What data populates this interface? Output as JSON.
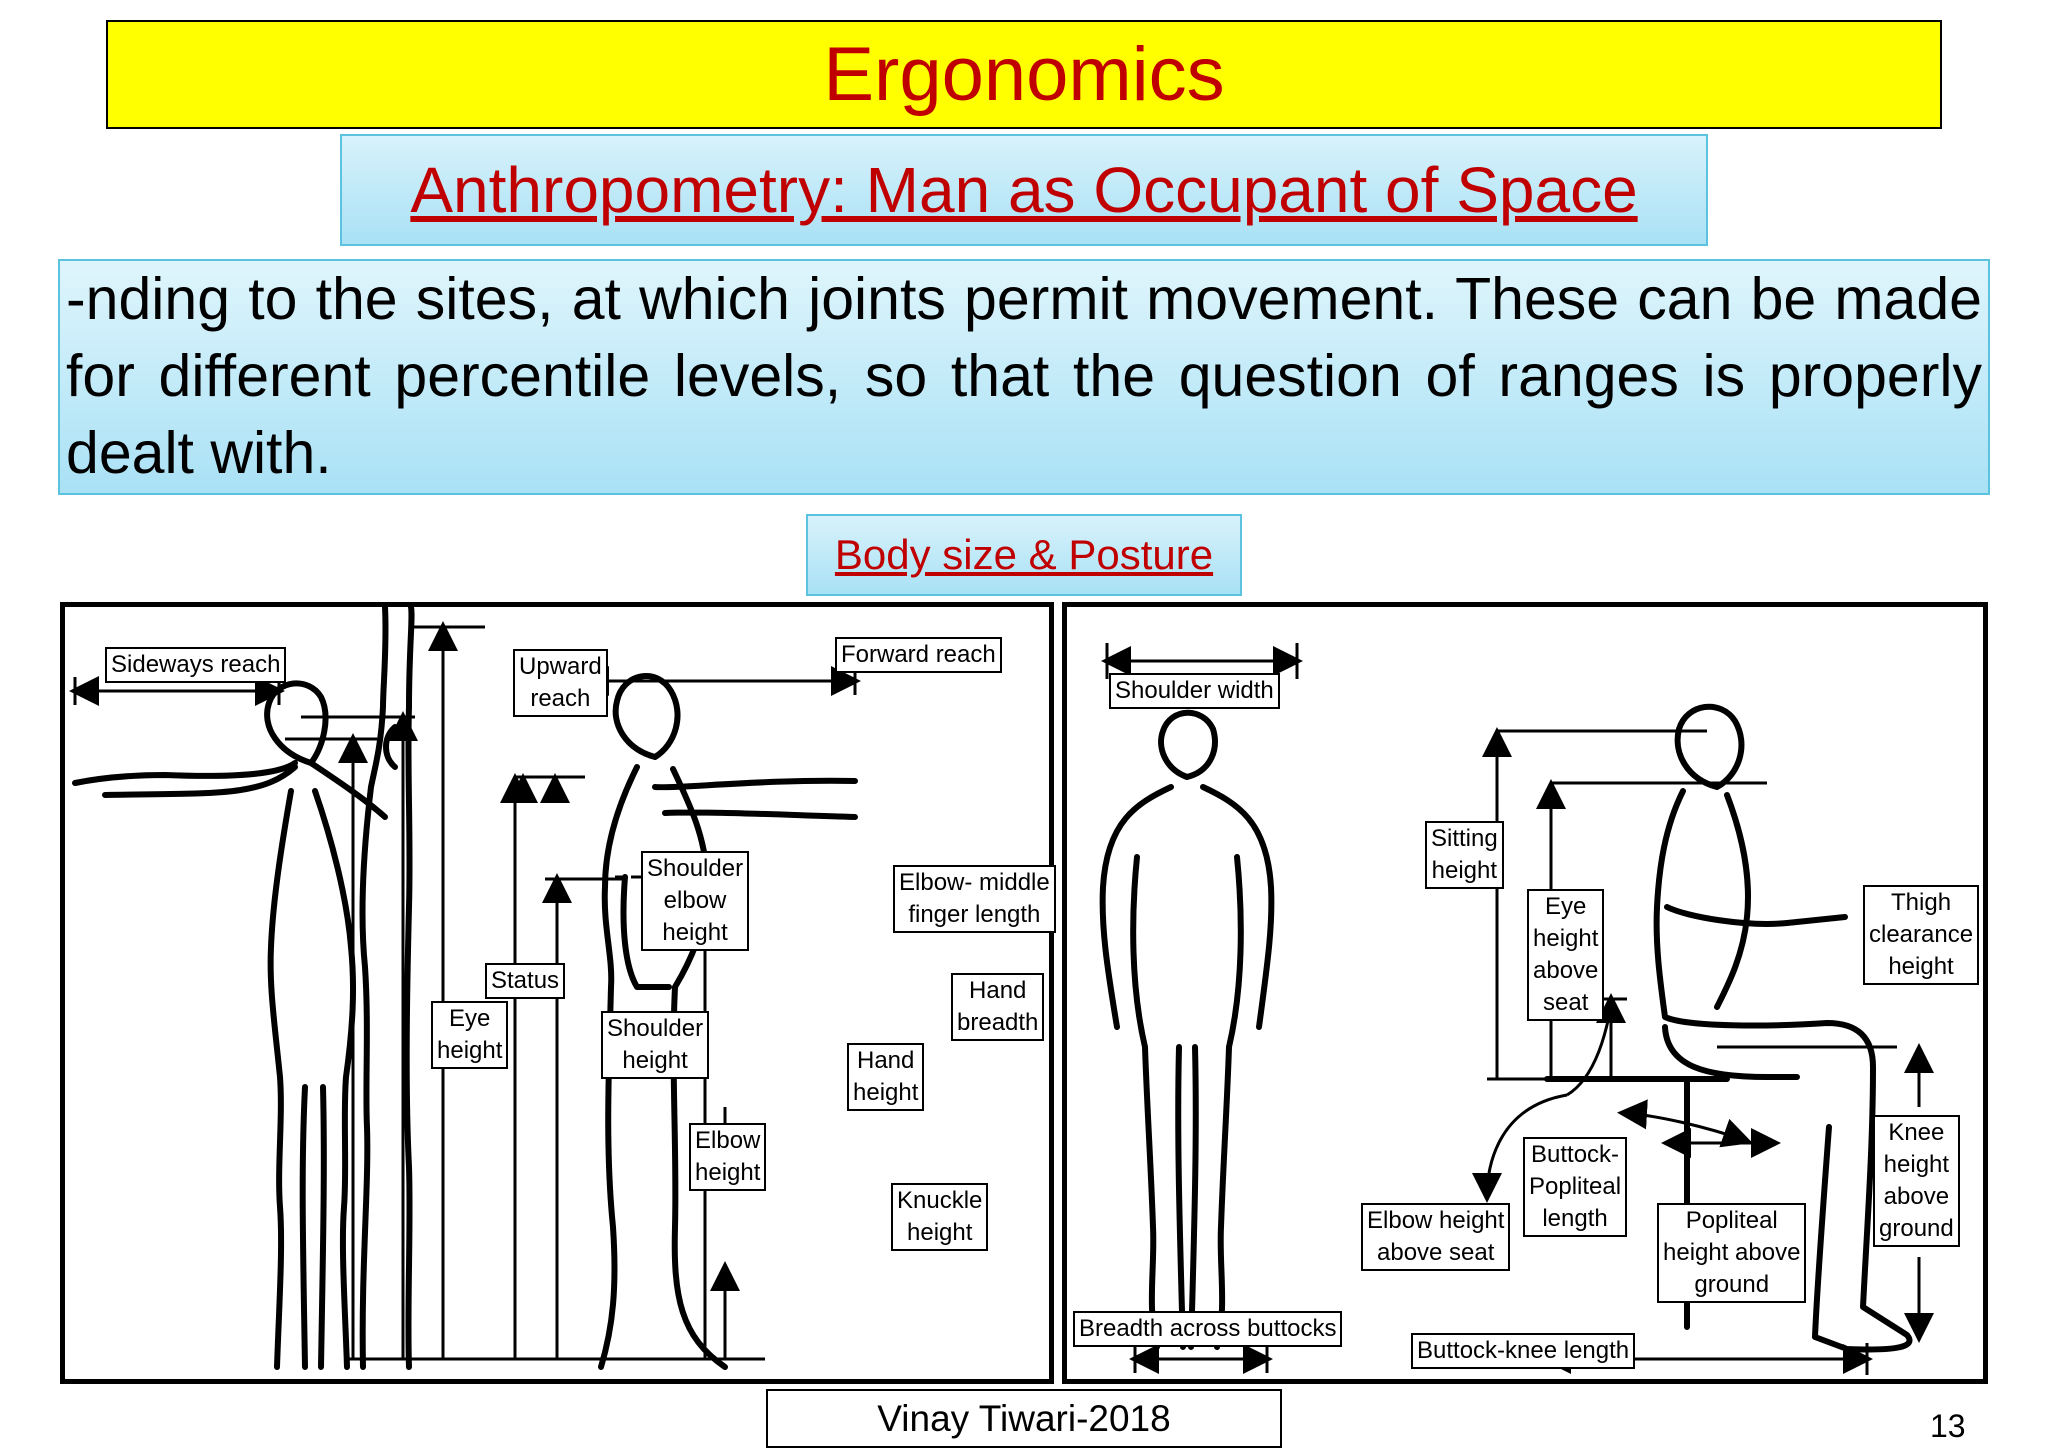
{
  "slide": {
    "title": "Ergonomics",
    "subtitle": "Anthropometry: Man as Occupant of Space",
    "body_lines": [
      "-nding to the sites, at which joints permit movement. These can be made",
      "for different percentile levels, so that the question of ranges is properly",
      "dealt with."
    ],
    "section_heading": "Body size & Posture",
    "footer": "Vinay Tiwari-2018",
    "page_number": "13"
  },
  "left_figure": {
    "labels": {
      "sideways_reach": "Sideways reach",
      "upward_reach": "Upward\nreach",
      "forward_reach": "Forward reach",
      "shoulder_elbow_height": "Shoulder\nelbow\nheight",
      "elbow_middle_finger_length": "Elbow- middle\nfinger length",
      "status": "Status",
      "eye_height": "Eye\nheight",
      "shoulder_height": "Shoulder\nheight",
      "hand_breadth": "Hand\nbreadth",
      "hand_height": "Hand\nheight",
      "elbow_height": "Elbow\nheight",
      "knuckle_height": "Knuckle\nheight"
    }
  },
  "right_figure": {
    "labels": {
      "shoulder_width": "Shoulder width",
      "sitting_height": "Sitting\nheight",
      "eye_height_above_seat": "Eye\nheight\nabove\nseat",
      "thigh_clearance_height": "Thigh\nclearance\nheight",
      "knee_height_above_ground": "Knee\nheight\nabove\nground",
      "buttock_popliteal_length": "Buttock-\nPopliteal\nlength",
      "elbow_height_above_seat": "Elbow height\nabove seat",
      "popliteal_height_above_ground": "Popliteal\nheight above\nground",
      "breadth_across_buttocks": "Breadth across buttocks",
      "buttock_knee_length": "Buttock-knee length"
    }
  },
  "colors": {
    "title_bg": "#ffff00",
    "heading_red": "#c00000",
    "box_blue": "#a9e1f5",
    "box_border": "#5bc3e0"
  }
}
